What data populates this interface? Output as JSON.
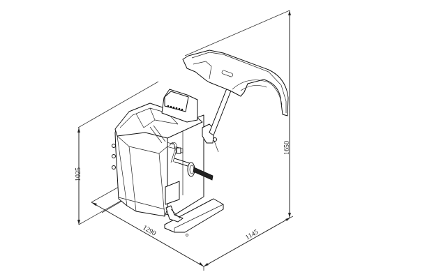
{
  "figure": {
    "subject": "Wheel balancer machine isometric dimension drawing",
    "units": "mm"
  },
  "dimensions": {
    "height_body": {
      "label": "1025"
    },
    "height_total": {
      "label": "1650"
    },
    "width": {
      "label": "1290"
    },
    "depth": {
      "label": "1145"
    }
  },
  "colors": {
    "line": "#222222",
    "background": "#ffffff"
  }
}
